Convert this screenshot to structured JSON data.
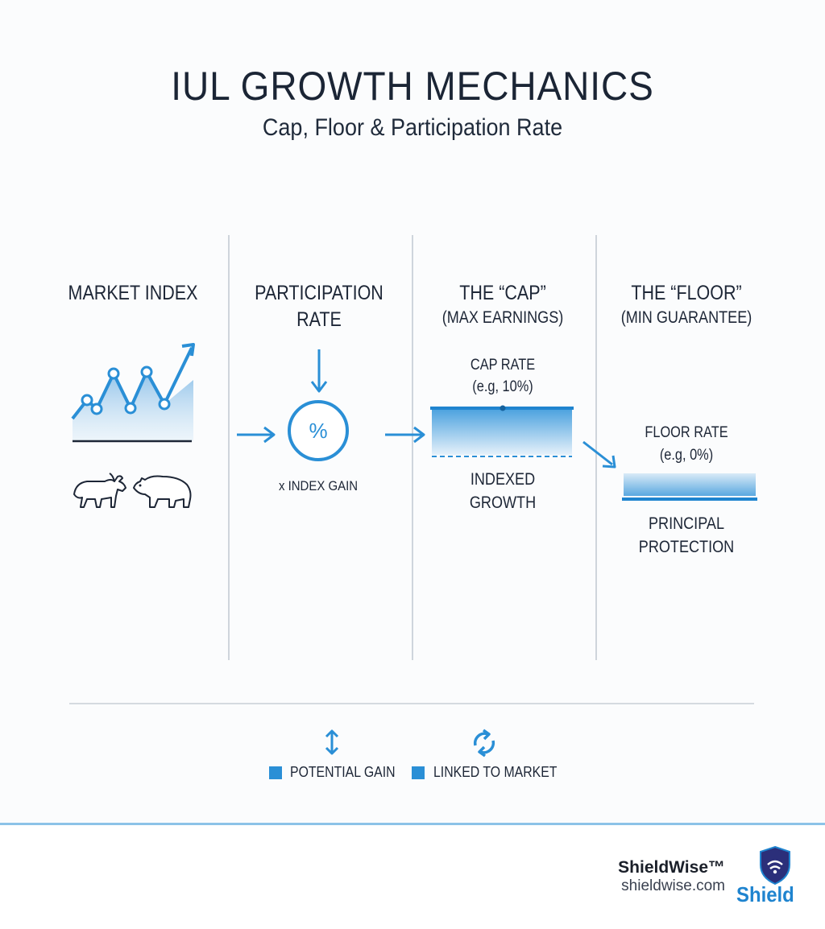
{
  "header": {
    "title": "IUL GROWTH MECHANICS",
    "subtitle": "Cap, Floor & Participation Rate"
  },
  "columns": {
    "market_index": {
      "heading": "MARKET INDEX"
    },
    "participation": {
      "heading_line1": "PARTICIPATION",
      "heading_line2": "RATE",
      "symbol": "%",
      "caption": "x INDEX GAIN"
    },
    "cap": {
      "heading_line1": "THE “CAP”",
      "heading_line2": "(MAX EARNINGS)",
      "rate_label_line1": "CAP RATE",
      "rate_label_line2": "(e.g, 10%)",
      "caption_line1": "INDEXED",
      "caption_line2": "GROWTH"
    },
    "floor": {
      "heading_line1": "THE “FLOOR”",
      "heading_line2": "(MIN GUARANTEE)",
      "rate_label_line1": "FLOOR RATE",
      "rate_label_line2": "(e.g, 0%)",
      "caption_line1": "PRINCIPAL",
      "caption_line2": "PROTECTION"
    }
  },
  "legend": {
    "items": [
      {
        "label": "POTENTIAL GAIN",
        "icon": "up-down-arrow-icon"
      },
      {
        "label": "LINKED TO MARKET",
        "icon": "refresh-cycle-icon"
      }
    ]
  },
  "footer": {
    "brand": "ShieldWise™",
    "url": "shieldwise.com",
    "logo_text": "Shield"
  },
  "colors": {
    "accent": "#2a8fd6",
    "text": "#1d2636",
    "divider": "#cfd5dc",
    "footer_rule": "#8cc3e8"
  }
}
